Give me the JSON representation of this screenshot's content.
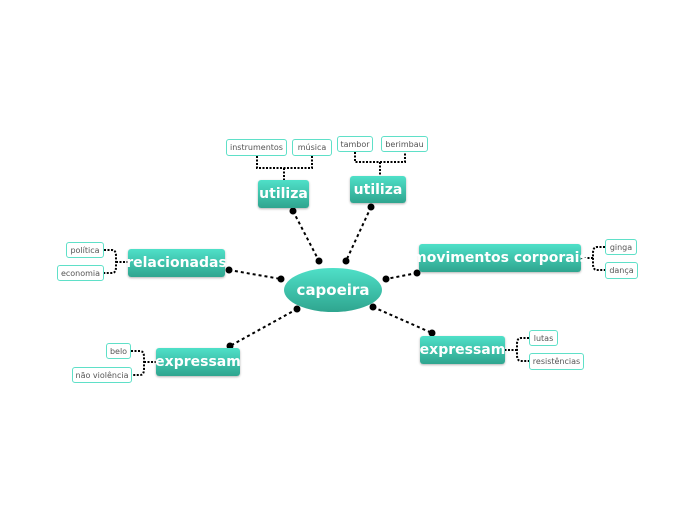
{
  "central": "capoeira",
  "topics": {
    "utiliza1": "utiliza",
    "utiliza2": "utiliza",
    "movimentos": "movimentos corporais",
    "relacionadas": "relacionadas",
    "expressam_left": "expressam",
    "expressam_right": "expressam"
  },
  "leaves": {
    "instrumentos": "instrumentos",
    "musica": "música",
    "tambor": "tambor",
    "berimbau": "berimbau",
    "politica": "política",
    "economia": "economia",
    "ginga": "ginga",
    "danca": "dança",
    "belo": "belo",
    "nao_violencia": "não violência",
    "lutas": "lutas",
    "resistencias": "resistências"
  },
  "colors": {
    "accent": "#3cc9b0",
    "border": "#5fe0c8"
  }
}
